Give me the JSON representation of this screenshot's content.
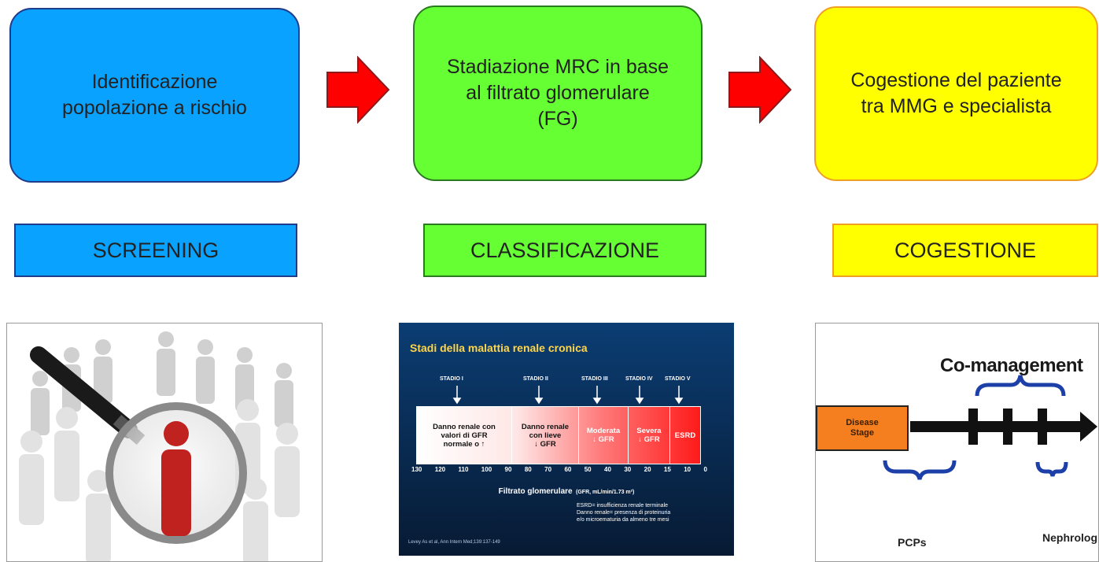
{
  "colors": {
    "blue": "#0aa2ff",
    "green": "#66ff33",
    "yellow": "#ffff00",
    "arrow_red": "#ff0000"
  },
  "steps": [
    {
      "text": "Identificazione\npopolazione a rischio",
      "label": "SCREENING"
    },
    {
      "text": "Stadiazione MRC in base\nal filtrato glomerulare\n(FG)",
      "label": "CLASSIFICAZIONE"
    },
    {
      "text": "Cogestione del paziente\ntra MMG e specialista",
      "label": "COGESTIONE"
    }
  ],
  "ckd_slide": {
    "title": "Stadi della malattia renale cronica",
    "stages": [
      "STADIO I",
      "STADIO II",
      "STADIO III",
      "STADIO IV",
      "STADIO V"
    ],
    "cells": [
      "Danno renale con\nvalori di GFR\nnormale o ↑",
      "Danno renale\ncon lieve\n↓ GFR",
      "Moderata\n↓ GFR",
      "Severa\n↓ GFR",
      "ESRD"
    ],
    "ticks": [
      "130",
      "120",
      "110",
      "100",
      "90",
      "80",
      "70",
      "60",
      "50",
      "40",
      "30",
      "20",
      "15",
      "10",
      "0"
    ],
    "axis_label": "Filtrato glomerulare",
    "axis_unit": "(GFR, mL/min/1.73 m²)",
    "note": "ESRD= insufficienza renale terminale\nDanno renale= presenza di proteinuria\ne/o microematuria da almeno tre mesi",
    "citation": "Levey As et al, Ann Intern Med;139:137-149"
  },
  "comanagement": {
    "title": "Co-management",
    "box_label": "Disease\nStage",
    "left_label": "PCPs",
    "right_label": "Nephrologist"
  }
}
